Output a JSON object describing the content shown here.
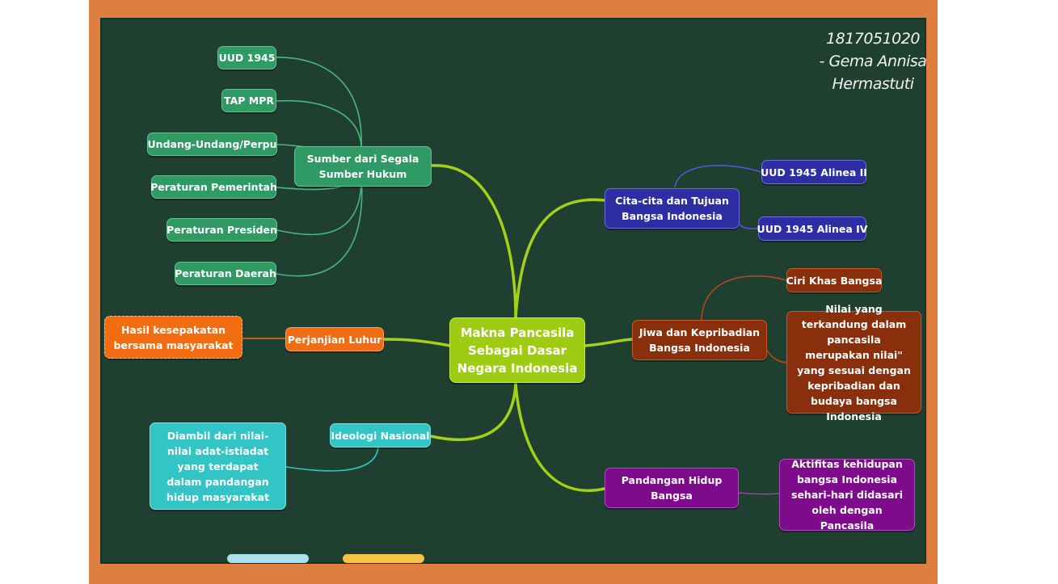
{
  "author": [
    "1817051020",
    "- Gema Annisa",
    "Hermastuti"
  ],
  "central": "Makna Pancasila Sebagai Dasar Negara Indonesia",
  "branches": {
    "sumber": {
      "label": "Sumber dari Segala Sumber Hukum",
      "children": [
        "UUD 1945",
        "TAP MPR",
        "Undang-Undang/Perpu",
        "Peraturan Pemerintah",
        "Peraturan Presiden",
        "Peraturan Daerah"
      ]
    },
    "perjanjian": {
      "label": "Perjanjian Luhur",
      "children": [
        "Hasil kesepakatan bersama masyarakat"
      ]
    },
    "ideologi": {
      "label": "Ideologi Nasional",
      "children": [
        "Diambil dari nilai-nilai adat-istiadat yang terdapat dalam pandangan hidup masyarakat"
      ]
    },
    "cita": {
      "label": "Cita-cita dan Tujuan Bangsa Indonesia",
      "children": [
        "UUD 1945 Alinea II",
        "UUD 1945 Alinea IV"
      ]
    },
    "jiwa": {
      "label": "Jiwa dan Kepribadian Bangsa Indonesia",
      "children": [
        "Ciri Khas Bangsa",
        "Nilai yang terkandung dalam pancasila merupakan nilai\" yang sesuai dengan kepribadian dan budaya bangsa Indonesia"
      ]
    },
    "pandangan": {
      "label": "Pandangan Hidup Bangsa",
      "children": [
        "Aktifitas kehidupan bangsa Indonesia sehari-hari didasari oleh dengan Pancasila"
      ]
    }
  },
  "colors": {
    "central": "#9ecc12",
    "sumber": "#2f9a63",
    "perjanjian": "#f26d12",
    "ideologi": "#33c5c6",
    "cita": "#2d2ea3",
    "jiwa": "#8a2f0c",
    "pandangan": "#7d0b8b",
    "board": "#1f3f31",
    "frame": "#de7f42"
  }
}
